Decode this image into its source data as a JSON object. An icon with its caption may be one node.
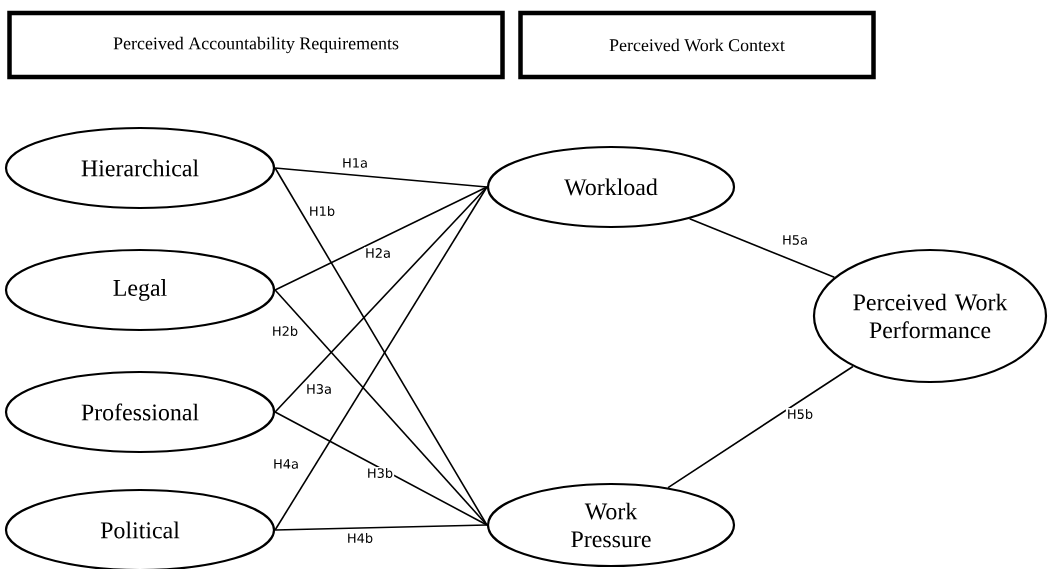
{
  "diagram": {
    "nodes": [
      {
        "text": [
          "Perceived Accountability Requirements"
        ]
      },
      {
        "text": [
          "Perceived Work Context"
        ]
      },
      {
        "text": [
          "Hierarchical"
        ]
      },
      {
        "text": [
          "Legal"
        ]
      },
      {
        "text": [
          "Professional"
        ]
      },
      {
        "text": [
          "Political"
        ]
      },
      {
        "text": [
          "Workload"
        ]
      },
      {
        "text": [
          "Work Pressure"
        ]
      },
      {
        "text": [
          "Perceived Work Performance"
        ]
      }
    ],
    "edges": [
      {
        "from": 2,
        "to": 6,
        "arrow": "none",
        "label": "H1a"
      },
      {
        "from": 2,
        "to": 7,
        "arrow": "none",
        "label": "H1b"
      },
      {
        "from": 3,
        "to": 6,
        "arrow": "none",
        "label": "H2a"
      },
      {
        "from": 3,
        "to": 7,
        "arrow": "none",
        "label": "H2b"
      },
      {
        "from": 4,
        "to": 6,
        "arrow": "none",
        "label": "H3a"
      },
      {
        "from": 4,
        "to": 7,
        "arrow": "none",
        "label": "H3b"
      },
      {
        "from": 5,
        "to": 6,
        "arrow": "none",
        "label": "H4a"
      },
      {
        "from": 5,
        "to": 7,
        "arrow": "none",
        "label": "H4b"
      },
      {
        "from": 6,
        "to": 8,
        "arrow": "none",
        "label": "H5a"
      },
      {
        "from": 7,
        "to": 8,
        "arrow": "none",
        "label": "H5b"
      }
    ]
  }
}
